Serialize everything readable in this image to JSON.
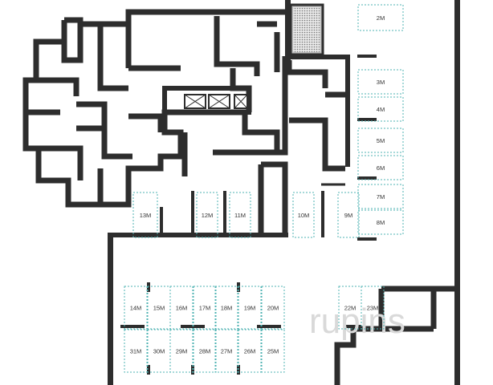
{
  "plan": {
    "spots_column": [
      "2M",
      "3M",
      "4M",
      "5M",
      "6M",
      "7M",
      "8M"
    ],
    "spots_mid": [
      "13M",
      "12M",
      "11M",
      "10M",
      "9M"
    ],
    "spots_top_row": [
      "14M",
      "15M",
      "16M",
      "17M",
      "18M",
      "19M",
      "20M"
    ],
    "spots_bottom_row": [
      "31M",
      "30M",
      "29M",
      "28M",
      "27M",
      "26M",
      "25M"
    ],
    "spots_right": [
      "22M",
      "23M"
    ],
    "watermark": "rupins",
    "colors": {
      "wall": "#2d2d2d",
      "spot_outline": "#4fb3b3",
      "background": "#ffffff"
    }
  }
}
